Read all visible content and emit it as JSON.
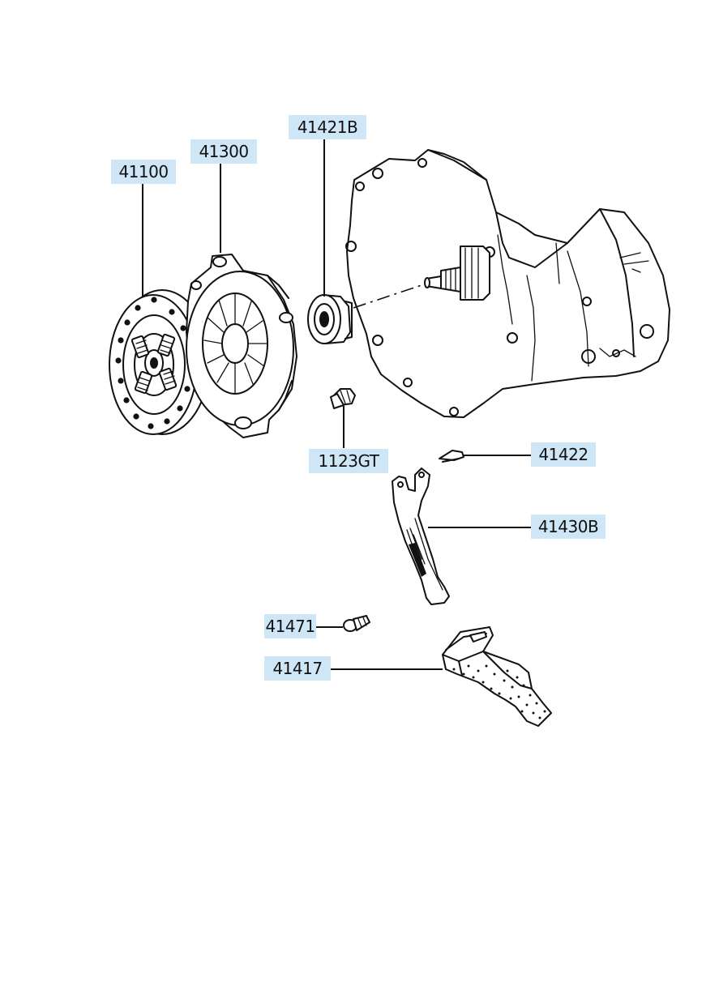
{
  "parts": [
    {
      "id": "p41100",
      "label": "41100",
      "icon": "clutch-disc-icon"
    },
    {
      "id": "p41300",
      "label": "41300",
      "icon": "pressure-plate-icon"
    },
    {
      "id": "p41421b",
      "label": "41421B",
      "icon": "release-bearing-icon"
    },
    {
      "id": "p1123gt",
      "label": "1123GT",
      "icon": "bolt-icon"
    },
    {
      "id": "p41422",
      "label": "41422",
      "icon": "clip-icon"
    },
    {
      "id": "p41430b",
      "label": "41430B",
      "icon": "release-fork-icon"
    },
    {
      "id": "p41471",
      "label": "41471",
      "icon": "pivot-bolt-icon"
    },
    {
      "id": "p41417",
      "label": "41417",
      "icon": "dust-boot-icon"
    }
  ],
  "assembly_icon": "transmission-housing-icon"
}
